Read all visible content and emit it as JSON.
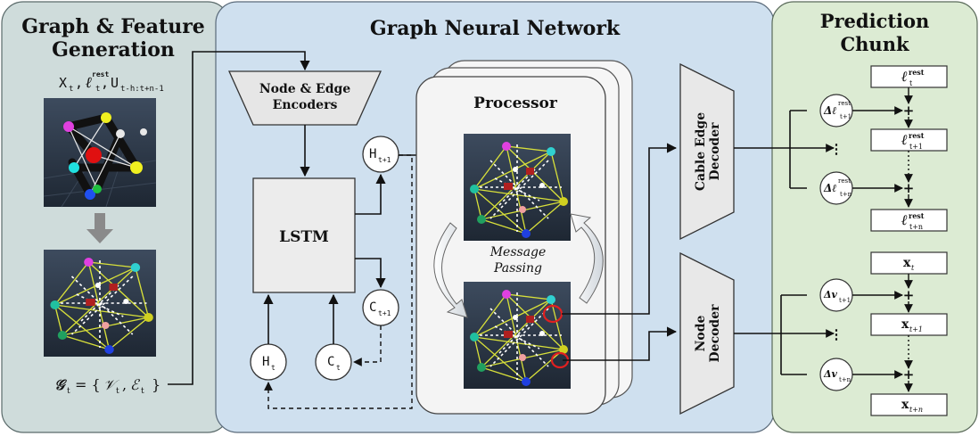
{
  "panels": {
    "left_title_line1": "Graph & Feature",
    "left_title_line2": "Generation",
    "center_title": "Graph Neural Network",
    "right_title_line1": "Prediction",
    "right_title_line2": "Chunk"
  },
  "inputs": {
    "x": "X",
    "x_sub": "t",
    "l": "ℓ",
    "l_sub": "t",
    "l_sup": "rest",
    "u": "U",
    "u_sub": "t-h:t+n-1",
    "sep": ","
  },
  "graph_formula": {
    "g": "𝒢",
    "g_sub": "t",
    "eq": "= {",
    "v": "𝒱",
    "v_sub": "t",
    "comma": ",",
    "e": "ℰ",
    "e_sub": "t",
    "close": "}"
  },
  "modules": {
    "encoder_line1": "Node & Edge",
    "encoder_line2": "Encoders",
    "lstm": "LSTM",
    "processor": "Processor",
    "message_line1": "Message",
    "message_line2": "Passing",
    "cable_decoder_line1": "Cable Edge",
    "cable_decoder_line2": "Decoder",
    "node_decoder_line1": "Node",
    "node_decoder_line2": "Decoder"
  },
  "states": {
    "h_next": "H",
    "h_next_sub": "t+1",
    "c_next": "C",
    "c_next_sub": "t+1",
    "h": "H",
    "h_sub": "t",
    "c": "C",
    "c_sub": "t"
  },
  "prediction": {
    "l_t": {
      "main": "ℓ",
      "sup": "rest",
      "sub": "t"
    },
    "l_t1": {
      "main": "ℓ",
      "sup": "rest",
      "sub": "t+1"
    },
    "l_tn": {
      "main": "ℓ",
      "sup": "rest",
      "sub": "t+n"
    },
    "dl_1": {
      "main": "Δℓ",
      "sup": "rest",
      "sub": "t+1"
    },
    "dl_n": {
      "main": "Δℓ",
      "sup": "rest",
      "sub": "t+n"
    },
    "x_t": {
      "main": "x",
      "sub": "t"
    },
    "x_t1": {
      "main": "x",
      "sub": "t+1"
    },
    "x_tn": {
      "main": "x",
      "sub": "t+n"
    },
    "dv_1": {
      "main": "Δv",
      "sub": "t+1"
    },
    "dv_n": {
      "main": "Δv",
      "sub": "t+n"
    },
    "plus": "+",
    "dots": "⋮"
  },
  "colors": {
    "left_panel": "#cfdcdb",
    "center_panel": "#cfe0ef",
    "right_panel": "#dcebd3",
    "scene_bg": "#2c3a4c",
    "graph_edge": "#d8e03a",
    "highlight": "#e02020"
  }
}
